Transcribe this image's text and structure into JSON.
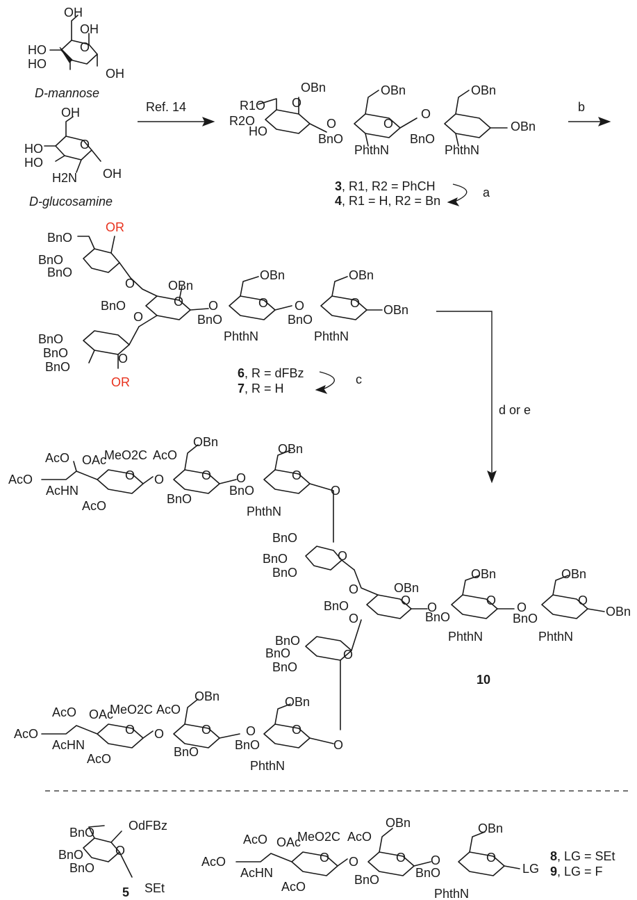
{
  "colors": {
    "ink": "#1a1a1a",
    "highlight": "#e8321e"
  },
  "start": {
    "mannose": {
      "name": "D-mannose",
      "atoms": {
        "oh6": "OH",
        "oh4": "OH",
        "o5": "O",
        "ho3": "HO",
        "ho2": "HO",
        "oh1": "OH"
      }
    },
    "glucosamine": {
      "name": "D-glucosamine",
      "atoms": {
        "oh6": "OH",
        "o5": "O",
        "ho4": "HO",
        "ho3": "HO",
        "nh2": "H2N",
        "oh1": "OH"
      }
    }
  },
  "steps": {
    "ref": "Ref. 14",
    "b": "b",
    "a": "a",
    "c": "c",
    "de": "d or e"
  },
  "compound34": {
    "line3": {
      "num": "3",
      "text": ", R1, R2 = PhCH"
    },
    "line4": {
      "num": "4",
      "text": ", R1 = H, R2 = Bn"
    },
    "labels": [
      "R1O",
      "R2O",
      "HO",
      "OBn",
      "O",
      "O",
      "BnO",
      "PhthN",
      "O",
      "OBn",
      "O",
      "BnO",
      "PhthN",
      "OBn",
      "OBn"
    ]
  },
  "compound67": {
    "line6": {
      "num": "6",
      "text": ", R = dFBz"
    },
    "line7": {
      "num": "7",
      "text": ", R = H"
    },
    "or_label": "OR"
  },
  "compound10": {
    "num": "10"
  },
  "compound5": {
    "num": "5",
    "labels": {
      "odfbz": "OdFBz",
      "bno1": "BnO",
      "bno2": "BnO",
      "bno3": "BnO",
      "o": "O",
      "set": "SEt"
    }
  },
  "compound89": {
    "line8": {
      "num": "8",
      "text": ", LG = SEt"
    },
    "line9": {
      "num": "9",
      "text": ", LG = F"
    },
    "labels": {
      "aco": "AcO",
      "oac": "OAc",
      "meo2c": "MeO2C",
      "aco2": "AcO",
      "acho": "AcO",
      "achn": "AcHN",
      "aco3": "AcO",
      "obn1": "OBn",
      "obn2": "OBn",
      "bno": "BnO",
      "bno2": "BnO",
      "phthn": "PhthN",
      "lg": "LG"
    }
  },
  "common": {
    "OBn": "OBn",
    "BnO": "BnO",
    "O": "O",
    "PhthN": "PhthN",
    "AcO": "AcO",
    "OAc": "OAc",
    "AcHN": "AcHN",
    "MeO2C": "MeO2C"
  }
}
